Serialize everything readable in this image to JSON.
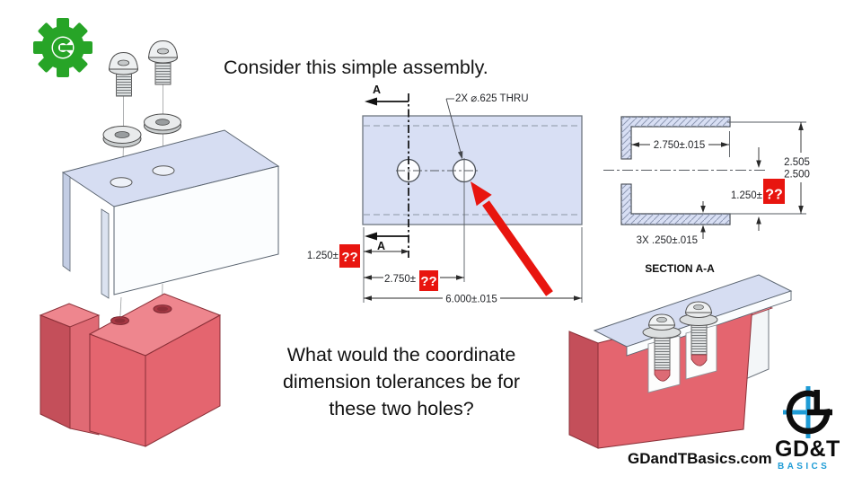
{
  "slide": {
    "title": "Consider this simple assembly.",
    "question": [
      "What would the coordinate",
      "dimension tolerances be for",
      "these two holes?"
    ]
  },
  "plan": {
    "hole_note": "2X ⌀.625 THRU",
    "cut_label": "A",
    "dim_hole1_x": "1.250±",
    "dim_hole2_x": "2.750±",
    "dim_overall": "6.000±.015",
    "unknown": "??"
  },
  "section": {
    "label": "SECTION A-A",
    "dim_inner_width": "2.750±.015",
    "dim_height_max": "2.505",
    "dim_height_min": "2.500",
    "dim_hole_y": "1.250±",
    "dim_thickness": "3X .250±.015"
  },
  "brand": {
    "watermark": "GDandTBasics.com",
    "logo_word": "GD&T",
    "logo_sub": "BASICS"
  },
  "colors": {
    "accent_red": "#e8150f",
    "part_fill": "#d8dff4",
    "gear_green": "#27a427",
    "logo_blue": "#1f9cd6"
  }
}
